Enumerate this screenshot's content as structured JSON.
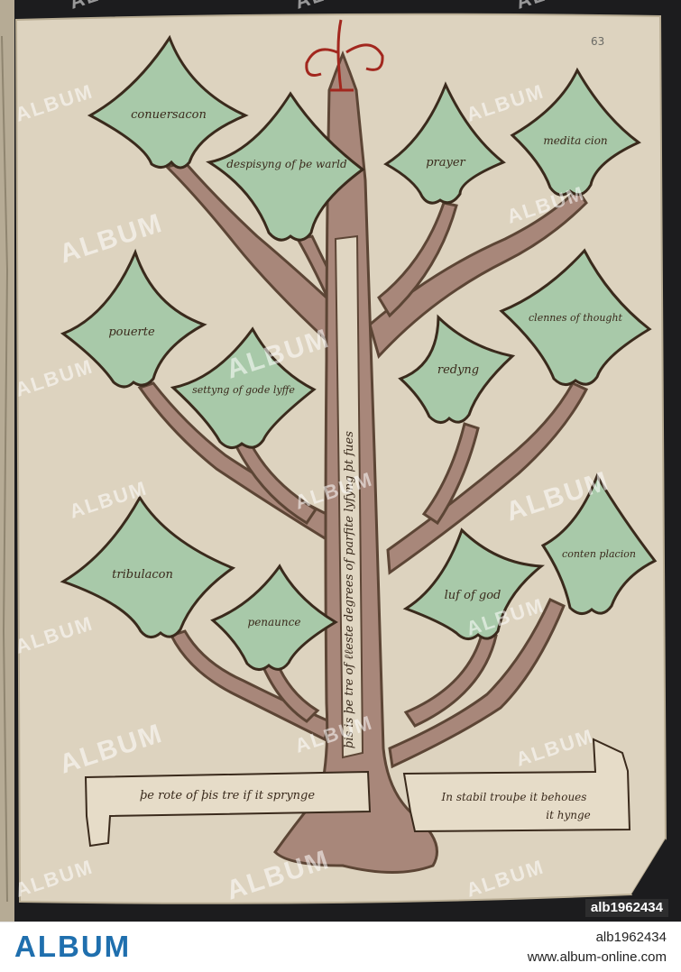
{
  "folio_number": "63",
  "leaves": [
    {
      "id": "conversacion",
      "text": "conuersacon"
    },
    {
      "id": "despising",
      "text": "despisyng of þe warld"
    },
    {
      "id": "prayer",
      "text": "prayer"
    },
    {
      "id": "meditation",
      "text": "medita cion"
    },
    {
      "id": "poverty",
      "text": "pouerte"
    },
    {
      "id": "setting-good-life",
      "text": "settyng of gode lyffe"
    },
    {
      "id": "reading",
      "text": "redyng"
    },
    {
      "id": "cleanness",
      "text": "clennes of thought"
    },
    {
      "id": "tribulation",
      "text": "tribulacon"
    },
    {
      "id": "penance",
      "text": "penaunce"
    },
    {
      "id": "love-of-god",
      "text": "luf of god"
    },
    {
      "id": "contemplation",
      "text": "conten placion"
    }
  ],
  "trunk_text": "þis is þe tre of ℓℓeste degrees of parfite lyfyng þt fues",
  "scroll_left": "þe rote of þis tre if it sprynge",
  "scroll_right": [
    "In stabil trouþe it behoues",
    "it hynge"
  ],
  "watermark_text": "ALBUM",
  "stock_id": "alb1962434",
  "brand": "ALBUM",
  "image_id": "alb1962434",
  "site": "www.album-online.com",
  "colors": {
    "parchment": "#ddd3bf",
    "leaf_green": "#a8c9a9",
    "ink": "#3a2a1c",
    "trunk": "#a8877a",
    "rubric_red": "#a2271e",
    "brand_blue": "#1f6fae"
  }
}
